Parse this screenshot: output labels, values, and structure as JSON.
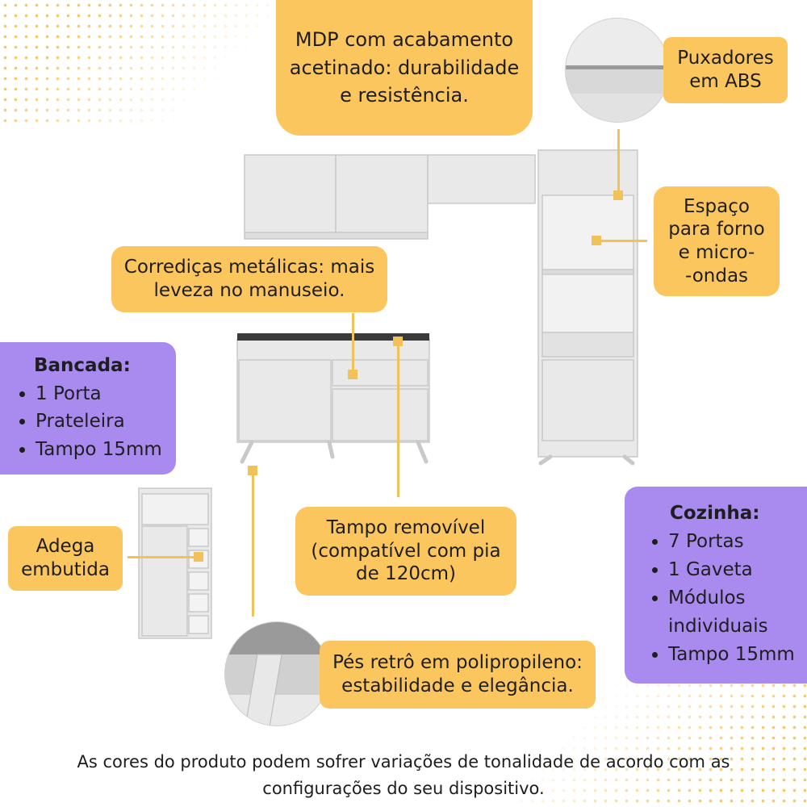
{
  "callouts": {
    "mdp": [
      "MDP com acabamento",
      "acetinado: durabilidade",
      "e resistência."
    ],
    "puxadores": [
      "Puxadores",
      "em ABS"
    ],
    "espaco": [
      "Espaço",
      "para forno",
      "e micro-",
      "-ondas"
    ],
    "corredicas": [
      "Corrediças metálicas: mais",
      "leveza no manuseio."
    ],
    "tampo": [
      "Tampo removível",
      "(compatível com pia",
      "de 120cm)"
    ],
    "adega": [
      "Adega",
      "embutida"
    ],
    "pes": [
      "Pés retrô em polipropileno:",
      "estabilidade e elegância."
    ]
  },
  "bancada": {
    "title": "Bancada:",
    "items": [
      "1 Porta",
      "Prateleira",
      "Tampo 15mm"
    ]
  },
  "cozinha": {
    "title": "Cozinha:",
    "items": [
      "7 Portas",
      "1 Gaveta",
      "Módulos",
      "individuais",
      "Tampo 15mm"
    ]
  },
  "footer": [
    "As cores do produto podem sofrer variações de tonalidade de acordo com as",
    "configurações do seu dispositivo."
  ],
  "colors": {
    "callout": "#fcc65e",
    "panel": "#a98bf0",
    "connector": "#f1c25a",
    "furniture": "#e6e6e6"
  }
}
